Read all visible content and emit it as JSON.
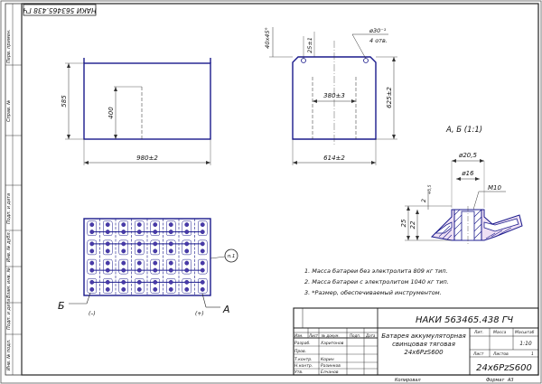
{
  "top_stamp": "НАКИ 563465.438 ГЧ",
  "side_labels": [
    "Перв. примен.",
    "Справ. №",
    "Подп. и дата",
    "Инв. № дубл.",
    "Взам. инв. №",
    "Подп. и дата",
    "Инв. № подл."
  ],
  "dims": {
    "front_height": "585",
    "front_inner": "400",
    "front_width": "980±2",
    "side_chamfer": "40x45°",
    "side_hole_offset": "25±1",
    "side_hole_dia": "ø30⁻¹",
    "side_hole_count": "4 отв.",
    "side_spacing": "380±3",
    "side_height": "625±2",
    "side_width": "614±2"
  },
  "detail": {
    "title": "А, Б (1:1)",
    "dia_outer": "ø20,5",
    "dia_inner": "ø16",
    "thread": "M10",
    "height_25": "25",
    "height_22": "22",
    "tolerance": "2",
    "tol_exp": "+0,5"
  },
  "plan": {
    "callout": "п.1",
    "label_b": "Б",
    "label_a": "А",
    "minus": "(–)",
    "plus": "(+)"
  },
  "notes": [
    "1. Масса батареи без электролита 809 кг тип.",
    "2. Масса батареи с электролитом 1040 кг тип.",
    "3. *Размер, обеспечиваемый инструментом."
  ],
  "title_block": {
    "doc_number": "НАКИ 563465.438 ГЧ",
    "name_line1": "Батарея аккумуляторная",
    "name_line2": "свинцовая тяговая",
    "name_line3": "24х6PzS600",
    "designation": "24х6PzS600",
    "col_lit": "Лит.",
    "col_mass": "Масса",
    "col_scale": "Масштаб",
    "scale": "1:10",
    "sheet": "Лист",
    "sheets": "Листов",
    "sheets_val": "1",
    "h_izm": "Изм.",
    "h_list": "Лист",
    "h_doc": "№ докум.",
    "h_sign": "Подп.",
    "h_date": "Дата",
    "roles": [
      "Разраб.",
      "Пров.",
      "Т.контр.",
      "Н.контр.",
      "Утв."
    ],
    "names": [
      "Харитонов",
      "",
      "Корин",
      "Разинков",
      "Елчанов"
    ],
    "copied": "Копировал",
    "format": "Формат",
    "format_val": "А3"
  }
}
